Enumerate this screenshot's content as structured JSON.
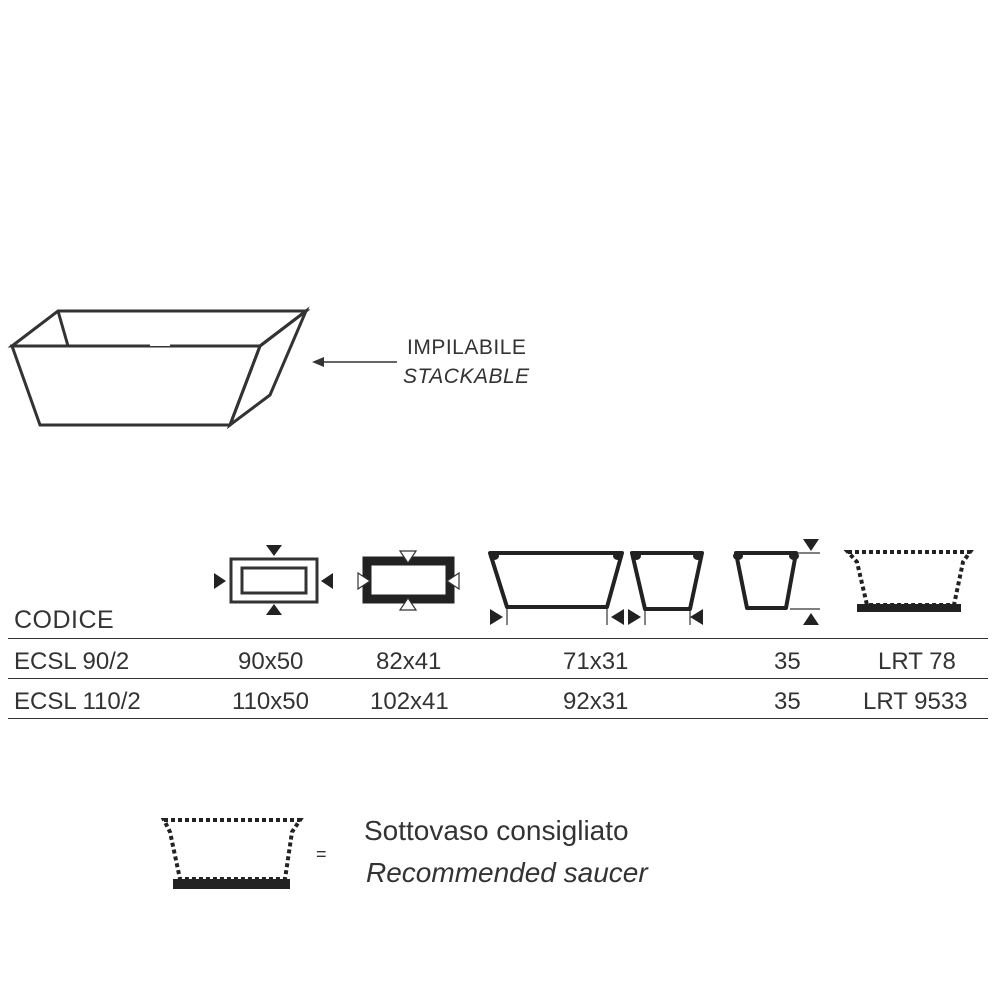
{
  "stack": {
    "line1": "IMPILABILE",
    "line2": "STACKABLE"
  },
  "table": {
    "header_label": "CODICE",
    "rows": [
      {
        "code": "ECSL 90/2",
        "outer": "90x50",
        "inner": "82x41",
        "base": "71x31",
        "height": "35",
        "saucer": "LRT 78"
      },
      {
        "code": "ECSL 110/2",
        "outer": "110x50",
        "inner": "102x41",
        "base": "92x31",
        "height": "35",
        "saucer": "LRT 9533"
      }
    ]
  },
  "legend": {
    "symbol": "=",
    "line1": "Sottovaso consigliato",
    "line2": "Recommended saucer"
  }
}
